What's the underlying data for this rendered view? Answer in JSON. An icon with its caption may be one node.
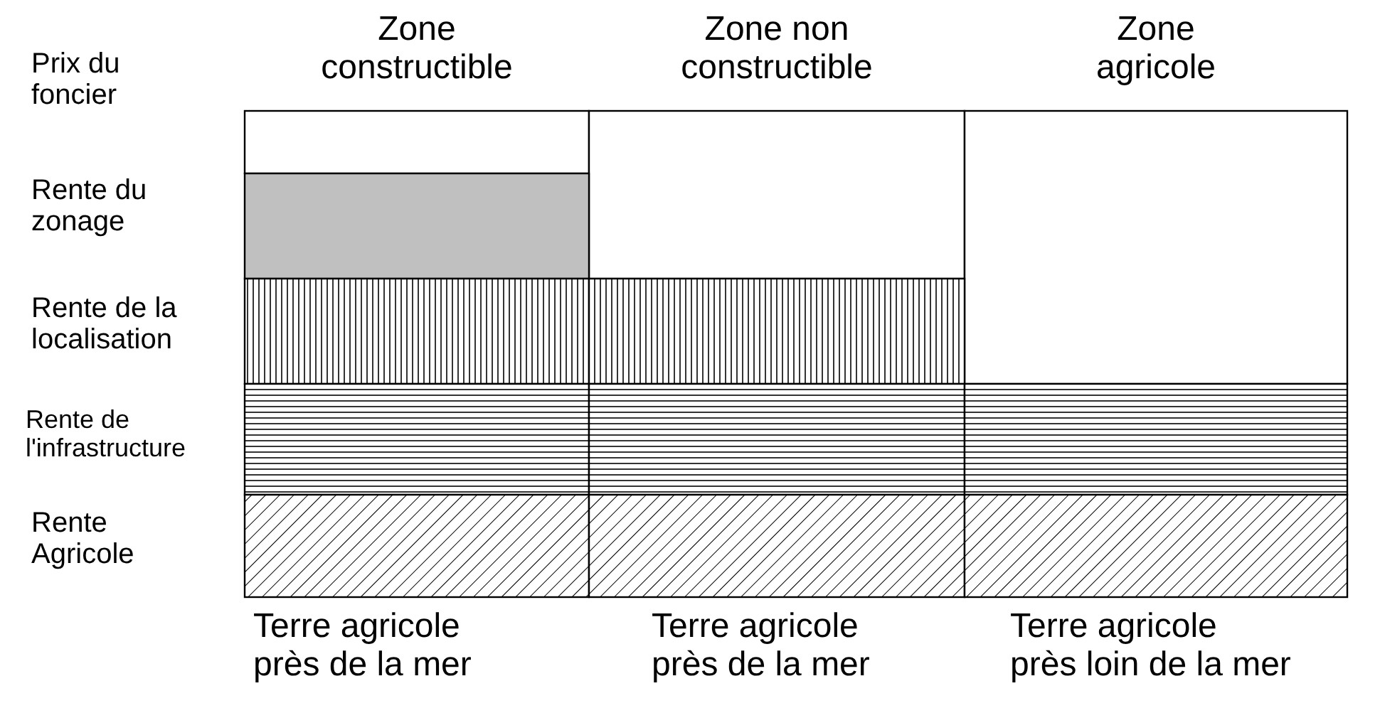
{
  "diagram": {
    "labels": [
      "Prix du foncier",
      "Zone constructible",
      "Zone non constructible",
      "Zone agricole",
      "Rente du zonage",
      "Rente de la localisation",
      "Rente de l'infrastructure",
      "Rente Agricole",
      "Terre agricole près de la mer",
      "Terre agricole près de la mer",
      "Terre agricole près loin de la mer"
    ]
  }
}
